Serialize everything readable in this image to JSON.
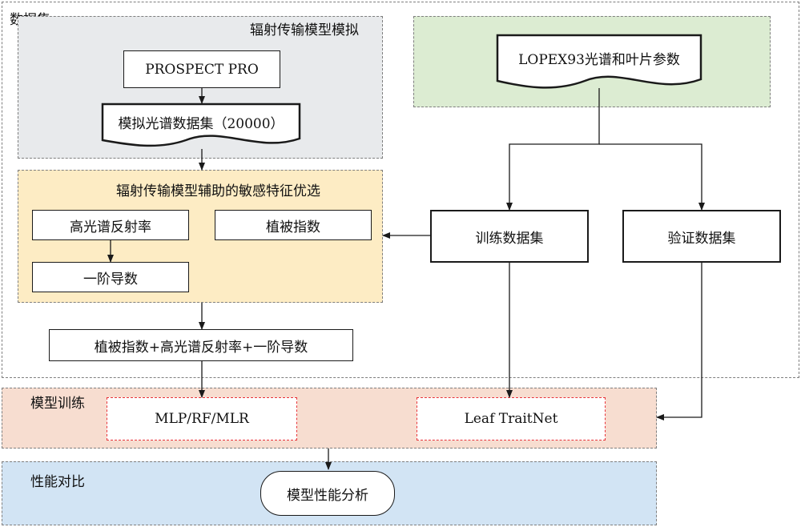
{
  "regions": {
    "dataset": "数据集",
    "rtm_sim": "辐射传输模型模拟",
    "feature_opt": "辐射传输模型辅助的敏感特征优选",
    "training": "模型训练",
    "comparison": "性能对比"
  },
  "nodes": {
    "prospect": "PROSPECT PRO",
    "sim_spectra": "模拟光谱数据集（20000）",
    "lopex": "LOPEX93光谱和叶片参数",
    "hyper_refl": "高光谱反射率",
    "veg_index": "植被指数",
    "first_deriv": "一阶导数",
    "train_set": "训练数据集",
    "valid_set": "验证数据集",
    "combined": "植被指数+高光谱反射率+一阶导数",
    "mlp": "MLP/RF/MLR",
    "leaf_traitnet": "Leaf TraitNet",
    "analysis": "模型性能分析"
  },
  "colors": {
    "rtm_fill": "#e8eaec",
    "lopex_fill": "#dcecd2",
    "feature_fill": "#fdecc4",
    "training_fill": "#f7ddd0",
    "comparison_fill": "#d2e4f4",
    "dashed_red": "#e8343a",
    "dashed_gray": "#7f7f7f"
  }
}
